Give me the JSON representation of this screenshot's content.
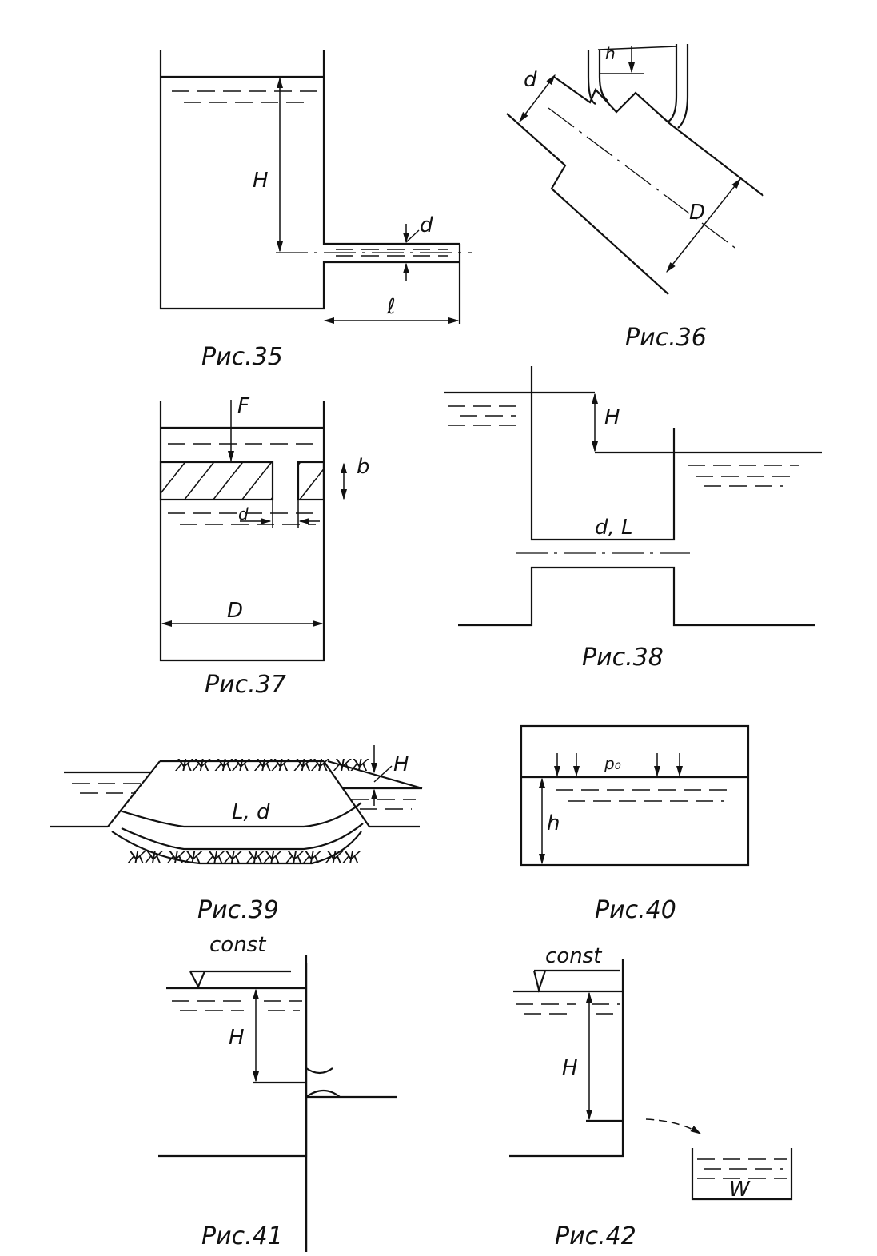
{
  "fig35": {
    "caption": "Рис.35",
    "label_H": "H",
    "label_d": "d",
    "label_l": "ℓ"
  },
  "fig36": {
    "caption": "Рис.36",
    "label_h": "h",
    "label_d": "d",
    "label_D": "D"
  },
  "fig37": {
    "caption": "Рис.37",
    "label_F": "F",
    "label_b": "b",
    "label_d": "d",
    "label_D": "D"
  },
  "fig38": {
    "caption": "Рис.38",
    "label_H": "H",
    "label_dL": "d, L"
  },
  "fig39": {
    "caption": "Рис.39",
    "label_H": "H",
    "label_Ld": "L, d"
  },
  "fig40": {
    "caption": "Рис.40",
    "label_p0": "p₀",
    "label_h": "h"
  },
  "fig41": {
    "caption": "Рис.41",
    "label_const": "const",
    "label_H": "H"
  },
  "fig42": {
    "caption": "Рис.42",
    "label_const": "const",
    "label_H": "H",
    "label_W": "W"
  }
}
